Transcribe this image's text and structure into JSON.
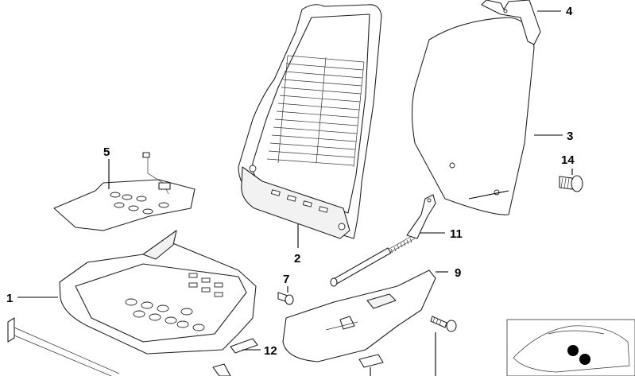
{
  "callouts": [
    {
      "id": "1",
      "text": "1"
    },
    {
      "id": "2",
      "text": "2"
    },
    {
      "id": "3",
      "text": "3"
    },
    {
      "id": "4",
      "text": "4"
    },
    {
      "id": "5",
      "text": "5"
    },
    {
      "id": "7",
      "text": "7"
    },
    {
      "id": "9",
      "text": "9"
    },
    {
      "id": "11",
      "text": "11"
    },
    {
      "id": "12",
      "text": "12"
    },
    {
      "id": "14",
      "text": "14"
    }
  ],
  "colors": {
    "ink": "#000000",
    "background": "#ffffff",
    "inset_marker": "#000000"
  },
  "icons": [
    "car-position-inset-icon"
  ]
}
